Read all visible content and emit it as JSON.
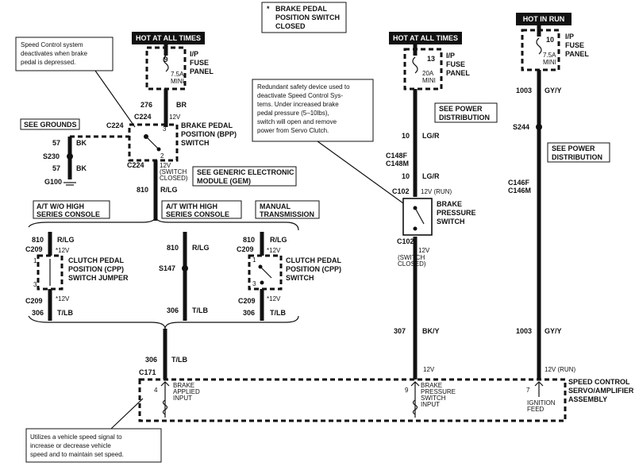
{
  "top_note": [
    "BRAKE PEDAL",
    "POSITION SWITCH",
    "CLOSED"
  ],
  "top_note_star": "*",
  "hot_left": "HOT AT ALL TIMES",
  "hot_mid": "HOT AT ALL TIMES",
  "hot_right": "HOT IN RUN",
  "fuse_left": {
    "num": "9",
    "amp": "7.5A",
    "type": "MINI",
    "label": [
      "I/P",
      "FUSE",
      "PANEL"
    ]
  },
  "fuse_mid": {
    "num": "13",
    "amp": "20A",
    "type": "MINI",
    "label": [
      "I/P",
      "FUSE",
      "PANEL"
    ]
  },
  "fuse_right": {
    "num": "10",
    "amp": "7.5A",
    "type": "MINI",
    "label": [
      "I/P",
      "FUSE",
      "PANEL"
    ]
  },
  "callout_speed": [
    "Speed Control system",
    "deactivates when brake",
    "pedal is depressed."
  ],
  "callout_redundant": [
    "Redundant safety device used to",
    "deactivate Speed Control Sys-",
    "tems.  Under increased brake",
    "pedal  pressure  (5–10lbs),",
    "switch will open and remove",
    "power from Servo Clutch."
  ],
  "callout_vss": [
    "Utilizes a vehicle speed signal to",
    "increase  or  decrease  vehicle",
    "speed and to maintain set speed."
  ],
  "see_grounds": "SEE GROUNDS",
  "see_power_mid": [
    "SEE POWER",
    "DISTRIBUTION"
  ],
  "see_power_right": [
    "SEE POWER",
    "DISTRIBUTION"
  ],
  "see_gem": [
    "SEE GENERIC ELECTRONIC",
    "MODULE (GEM)"
  ],
  "at_wo": [
    "A/T W/O HIGH",
    "SERIES CONSOLE"
  ],
  "at_with": [
    "A/T WITH HIGH",
    "SERIES CONSOLE"
  ],
  "manual": [
    "MANUAL",
    "TRANSMISSION"
  ],
  "bpp_switch": [
    "BRAKE PEDAL",
    "POSITION (BPP)",
    "SWITCH"
  ],
  "brake_pressure": [
    "BRAKE",
    "PRESSURE",
    "SWITCH"
  ],
  "cpp_jumper": [
    "CLUTCH PEDAL",
    "POSITION (CPP)",
    "SWITCH JUMPER"
  ],
  "cpp_switch": [
    "CLUTCH PEDAL",
    "POSITION (CPP)",
    "SWITCH"
  ],
  "servo": [
    "SPEED CONTROL",
    "SERVO/AMPLIFIER",
    "ASSEMBLY"
  ],
  "brake_applied_input": [
    "BRAKE",
    "APPLIED",
    "INPUT"
  ],
  "brake_pressure_input": [
    "BRAKE",
    "PRESSURE",
    "SWITCH",
    "INPUT"
  ],
  "ignition_feed": [
    "IGNITION",
    "FEED"
  ],
  "switch_closed": [
    "(SWITCH",
    "CLOSED)"
  ],
  "circuits": {
    "c276": "276",
    "br": "BR",
    "c810": "810",
    "rlg": "R/LG",
    "c57": "57",
    "bk": "BK",
    "c306": "306",
    "tlb": "T/LB",
    "c10": "10",
    "lgr": "LG/R",
    "c307": "307",
    "bky": "BK/Y",
    "c1003": "1003",
    "gyy": "GY/Y"
  },
  "connectors": {
    "c224": "C224",
    "c209": "C209",
    "c171": "C171",
    "c102": "C102",
    "c148f": "C148F",
    "c148m": "C148M",
    "c146f": "C146F",
    "c146m": "C146M",
    "s230": "S230",
    "s147": "S147",
    "s244": "S244",
    "g100": "G100"
  },
  "volts": {
    "v12": "12V",
    "v12run": "12V (RUN)",
    "v12star": "*12V"
  },
  "pins": {
    "p1": "1",
    "p2": "2",
    "p3": "3",
    "p4": "4",
    "p7": "7",
    "p9": "9"
  }
}
